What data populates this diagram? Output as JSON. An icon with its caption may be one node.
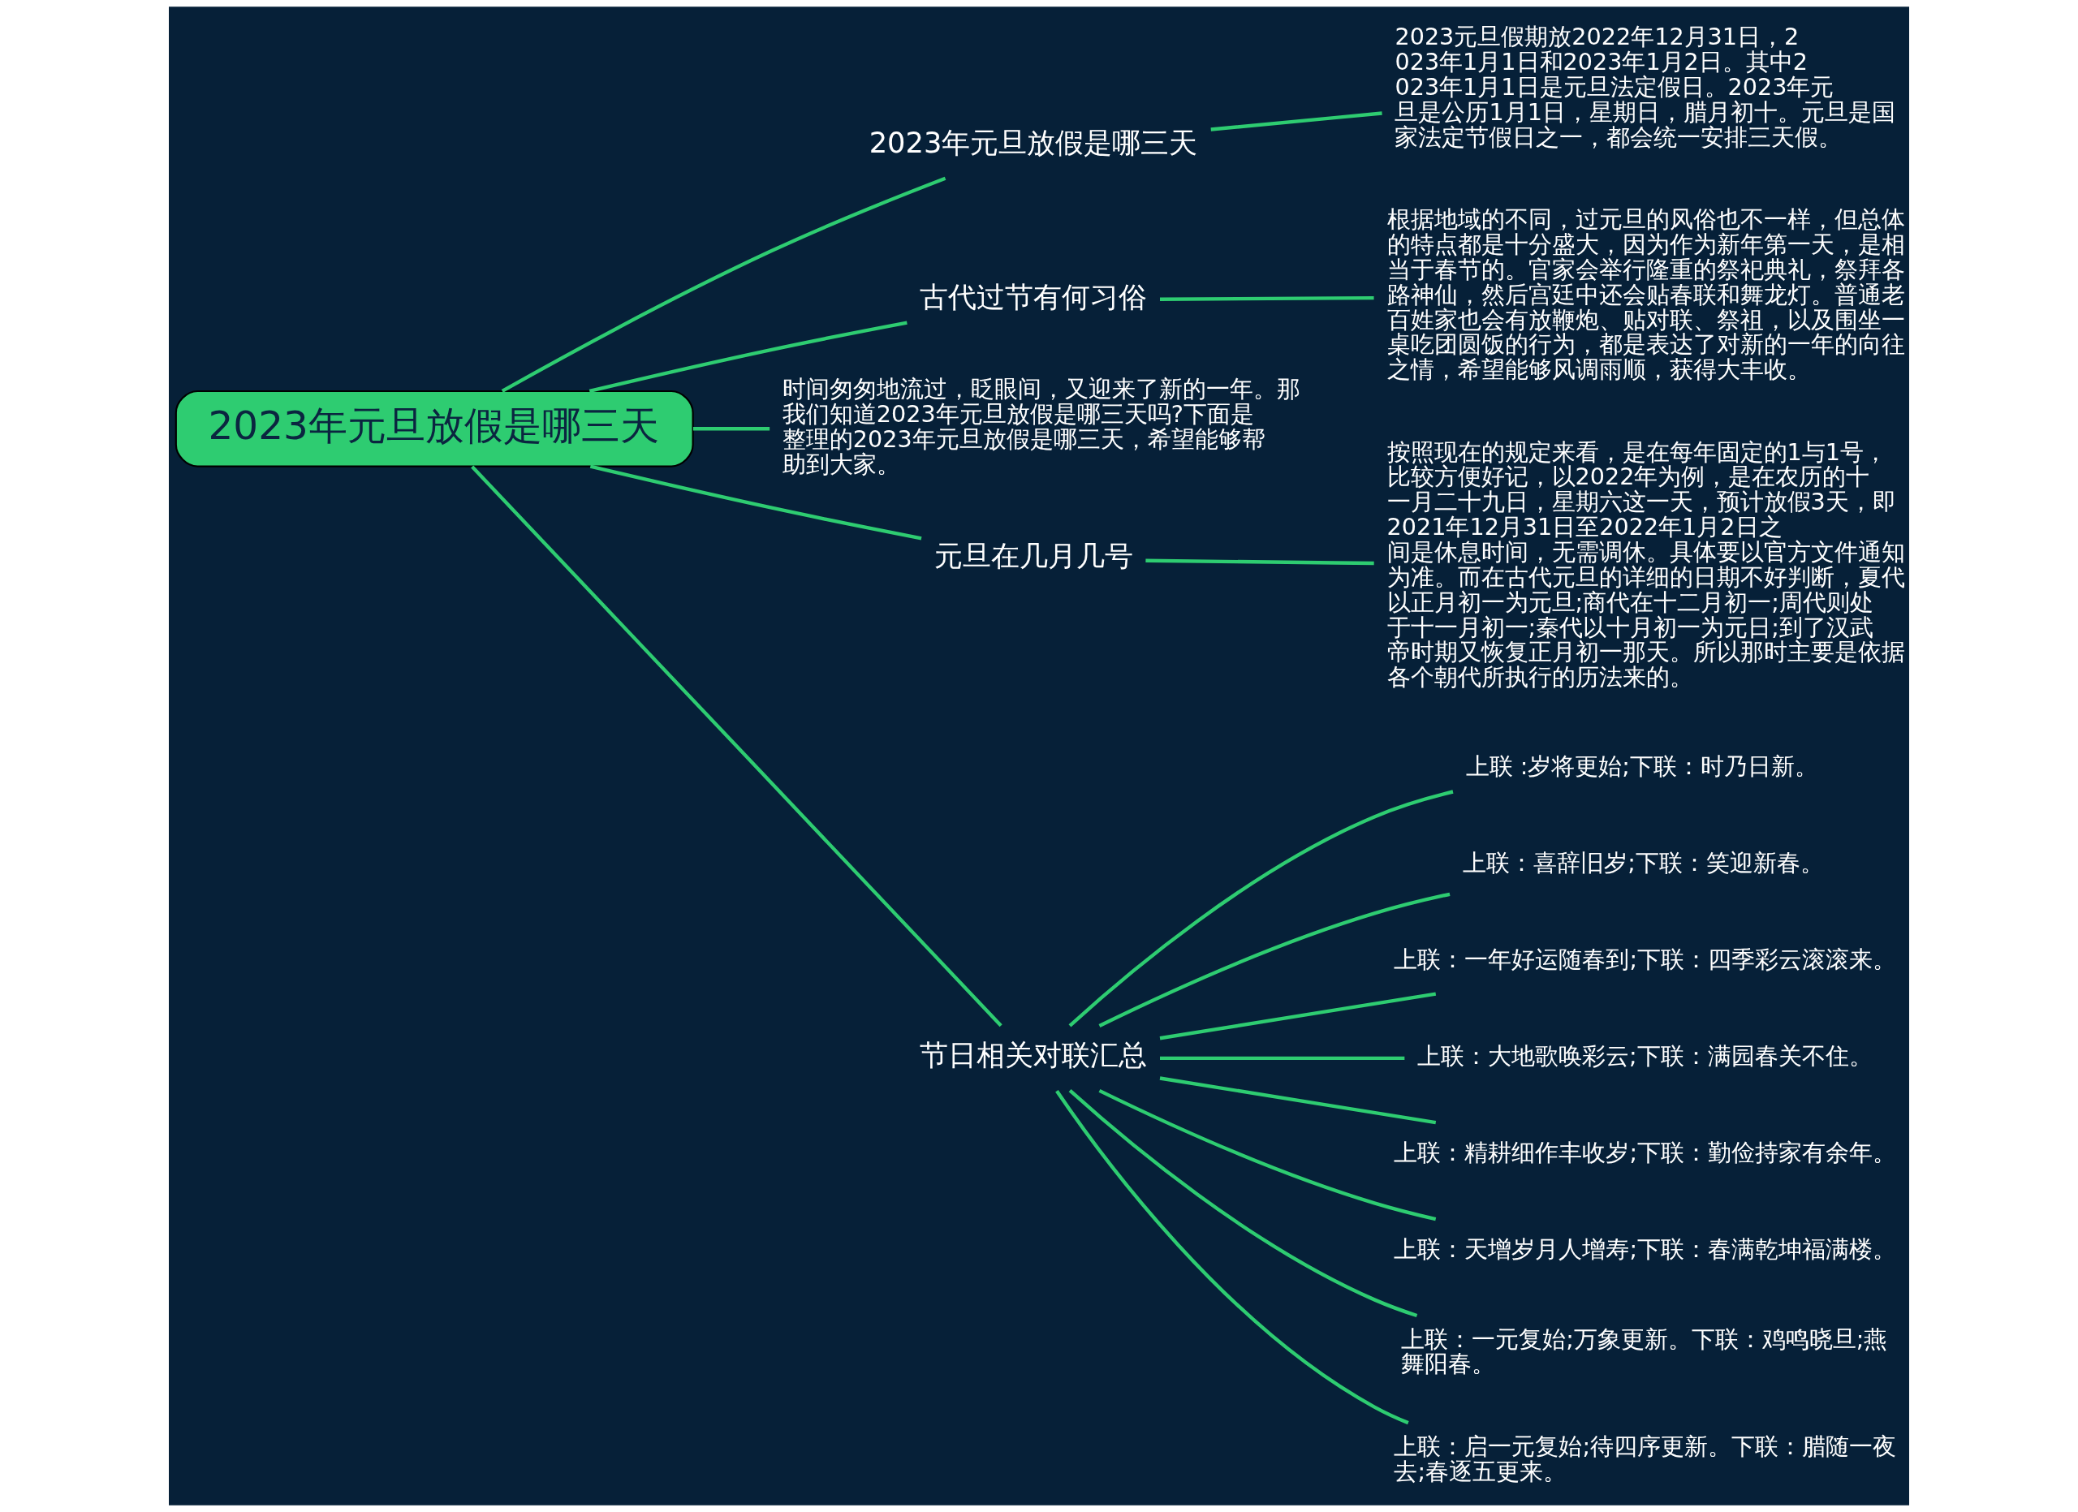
{
  "diagram": {
    "nodes": [
      {
        "text": [
          "2023年元旦放假是哪三天"
        ]
      },
      {
        "text": [
          "2023年元旦放假是哪三天"
        ]
      },
      {
        "text": [
          "2023元旦假期放2022年12月31日，2023年1月1日和2023年1月2日。其中2023年1月1日是元旦法定假日。2023年元旦是公历1月1日，星期日，腊月初十。元旦是国家法定节假日之一，都会统一安排三天假。"
        ]
      },
      {
        "text": [
          "古代过节有何习俗"
        ]
      },
      {
        "text": [
          "根据地域的不同，过元旦的风俗也不一样，但总体的特点都是十分盛大，因为作为新年第一天，是相当于春节的。官家会举行隆重的祭祀典礼，祭拜各路神仙，然后宫廷中还会贴春联和舞龙灯。普通老百姓家也会有放鞭炮、贴对联、祭祖，以及围坐一桌吃团圆饭的行为，都是表达了对新的一年的向往之情，希望能够风调雨顺，获得大丰收。"
        ]
      },
      {
        "text": [
          "时间匆匆地流过，眨眼间，又迎来了新的一年。那我们知道2023年元旦放假是哪三天吗?下面是整理的2023年元旦放假是哪三天，希望能够帮助到大家。"
        ]
      },
      {
        "text": [
          "元旦在几月几号"
        ]
      },
      {
        "text": [
          "按照现在的规定来看，是在每年固定的1与1号，比较方便好记，以2022年为例，是在农历的十一月二十九日，星期六这一天，预计放假3天，即2021年12月31日至2022年1月2日之间是休息时间，无需调休。具体要以官方文件通知为准。而在古代元旦的详细的日期不好判断，夏代以正月初一为元旦;商代在十二月初一;周代则处于十一月初一;秦代以十月初一为元日;到了汉武帝时期又恢复正月初一那天。所以那时主要是依据各个朝代所执行的历法来的。"
        ]
      },
      {
        "text": [
          "节日相关对联汇总"
        ]
      },
      {
        "text": [
          "上联 :岁将更始;下联：时乃日新。"
        ]
      },
      {
        "text": [
          "上联：喜辞旧岁;下联：笑迎新春。"
        ]
      },
      {
        "text": [
          "上联：一年好运随春到;下联：四季彩云滚滚来。"
        ]
      },
      {
        "text": [
          "上联：大地歌唤彩云;下联：满园春关不住。"
        ]
      },
      {
        "text": [
          "上联：精耕细作丰收岁;下联：勤俭持家有余年。"
        ]
      },
      {
        "text": [
          "上联：天增岁月人增寿;下联：春满乾坤福满楼。"
        ]
      },
      {
        "text": [
          "上联：一元复始;万象更新。下联：鸡鸣晓旦;燕舞阳春。"
        ]
      },
      {
        "text": [
          "上联：启一元复始;待四序更新。下联：腊随一夜去;春逐五更来。"
        ]
      }
    ],
    "edges": [
      {
        "from": 0,
        "to": 1,
        "arrow": "none"
      },
      {
        "from": 1,
        "to": 2,
        "arrow": "none"
      },
      {
        "from": 0,
        "to": 3,
        "arrow": "none"
      },
      {
        "from": 3,
        "to": 4,
        "arrow": "none"
      },
      {
        "from": 0,
        "to": 5,
        "arrow": "none"
      },
      {
        "from": 0,
        "to": 6,
        "arrow": "none"
      },
      {
        "from": 6,
        "to": 7,
        "arrow": "none"
      },
      {
        "from": 0,
        "to": 8,
        "arrow": "none"
      },
      {
        "from": 8,
        "to": 9,
        "arrow": "none"
      },
      {
        "from": 8,
        "to": 10,
        "arrow": "none"
      },
      {
        "from": 8,
        "to": 11,
        "arrow": "none"
      },
      {
        "from": 8,
        "to": 12,
        "arrow": "none"
      },
      {
        "from": 8,
        "to": 13,
        "arrow": "none"
      },
      {
        "from": 8,
        "to": 14,
        "arrow": "none"
      },
      {
        "from": 8,
        "to": 15,
        "arrow": "none"
      },
      {
        "from": 8,
        "to": 16,
        "arrow": "none"
      }
    ]
  }
}
